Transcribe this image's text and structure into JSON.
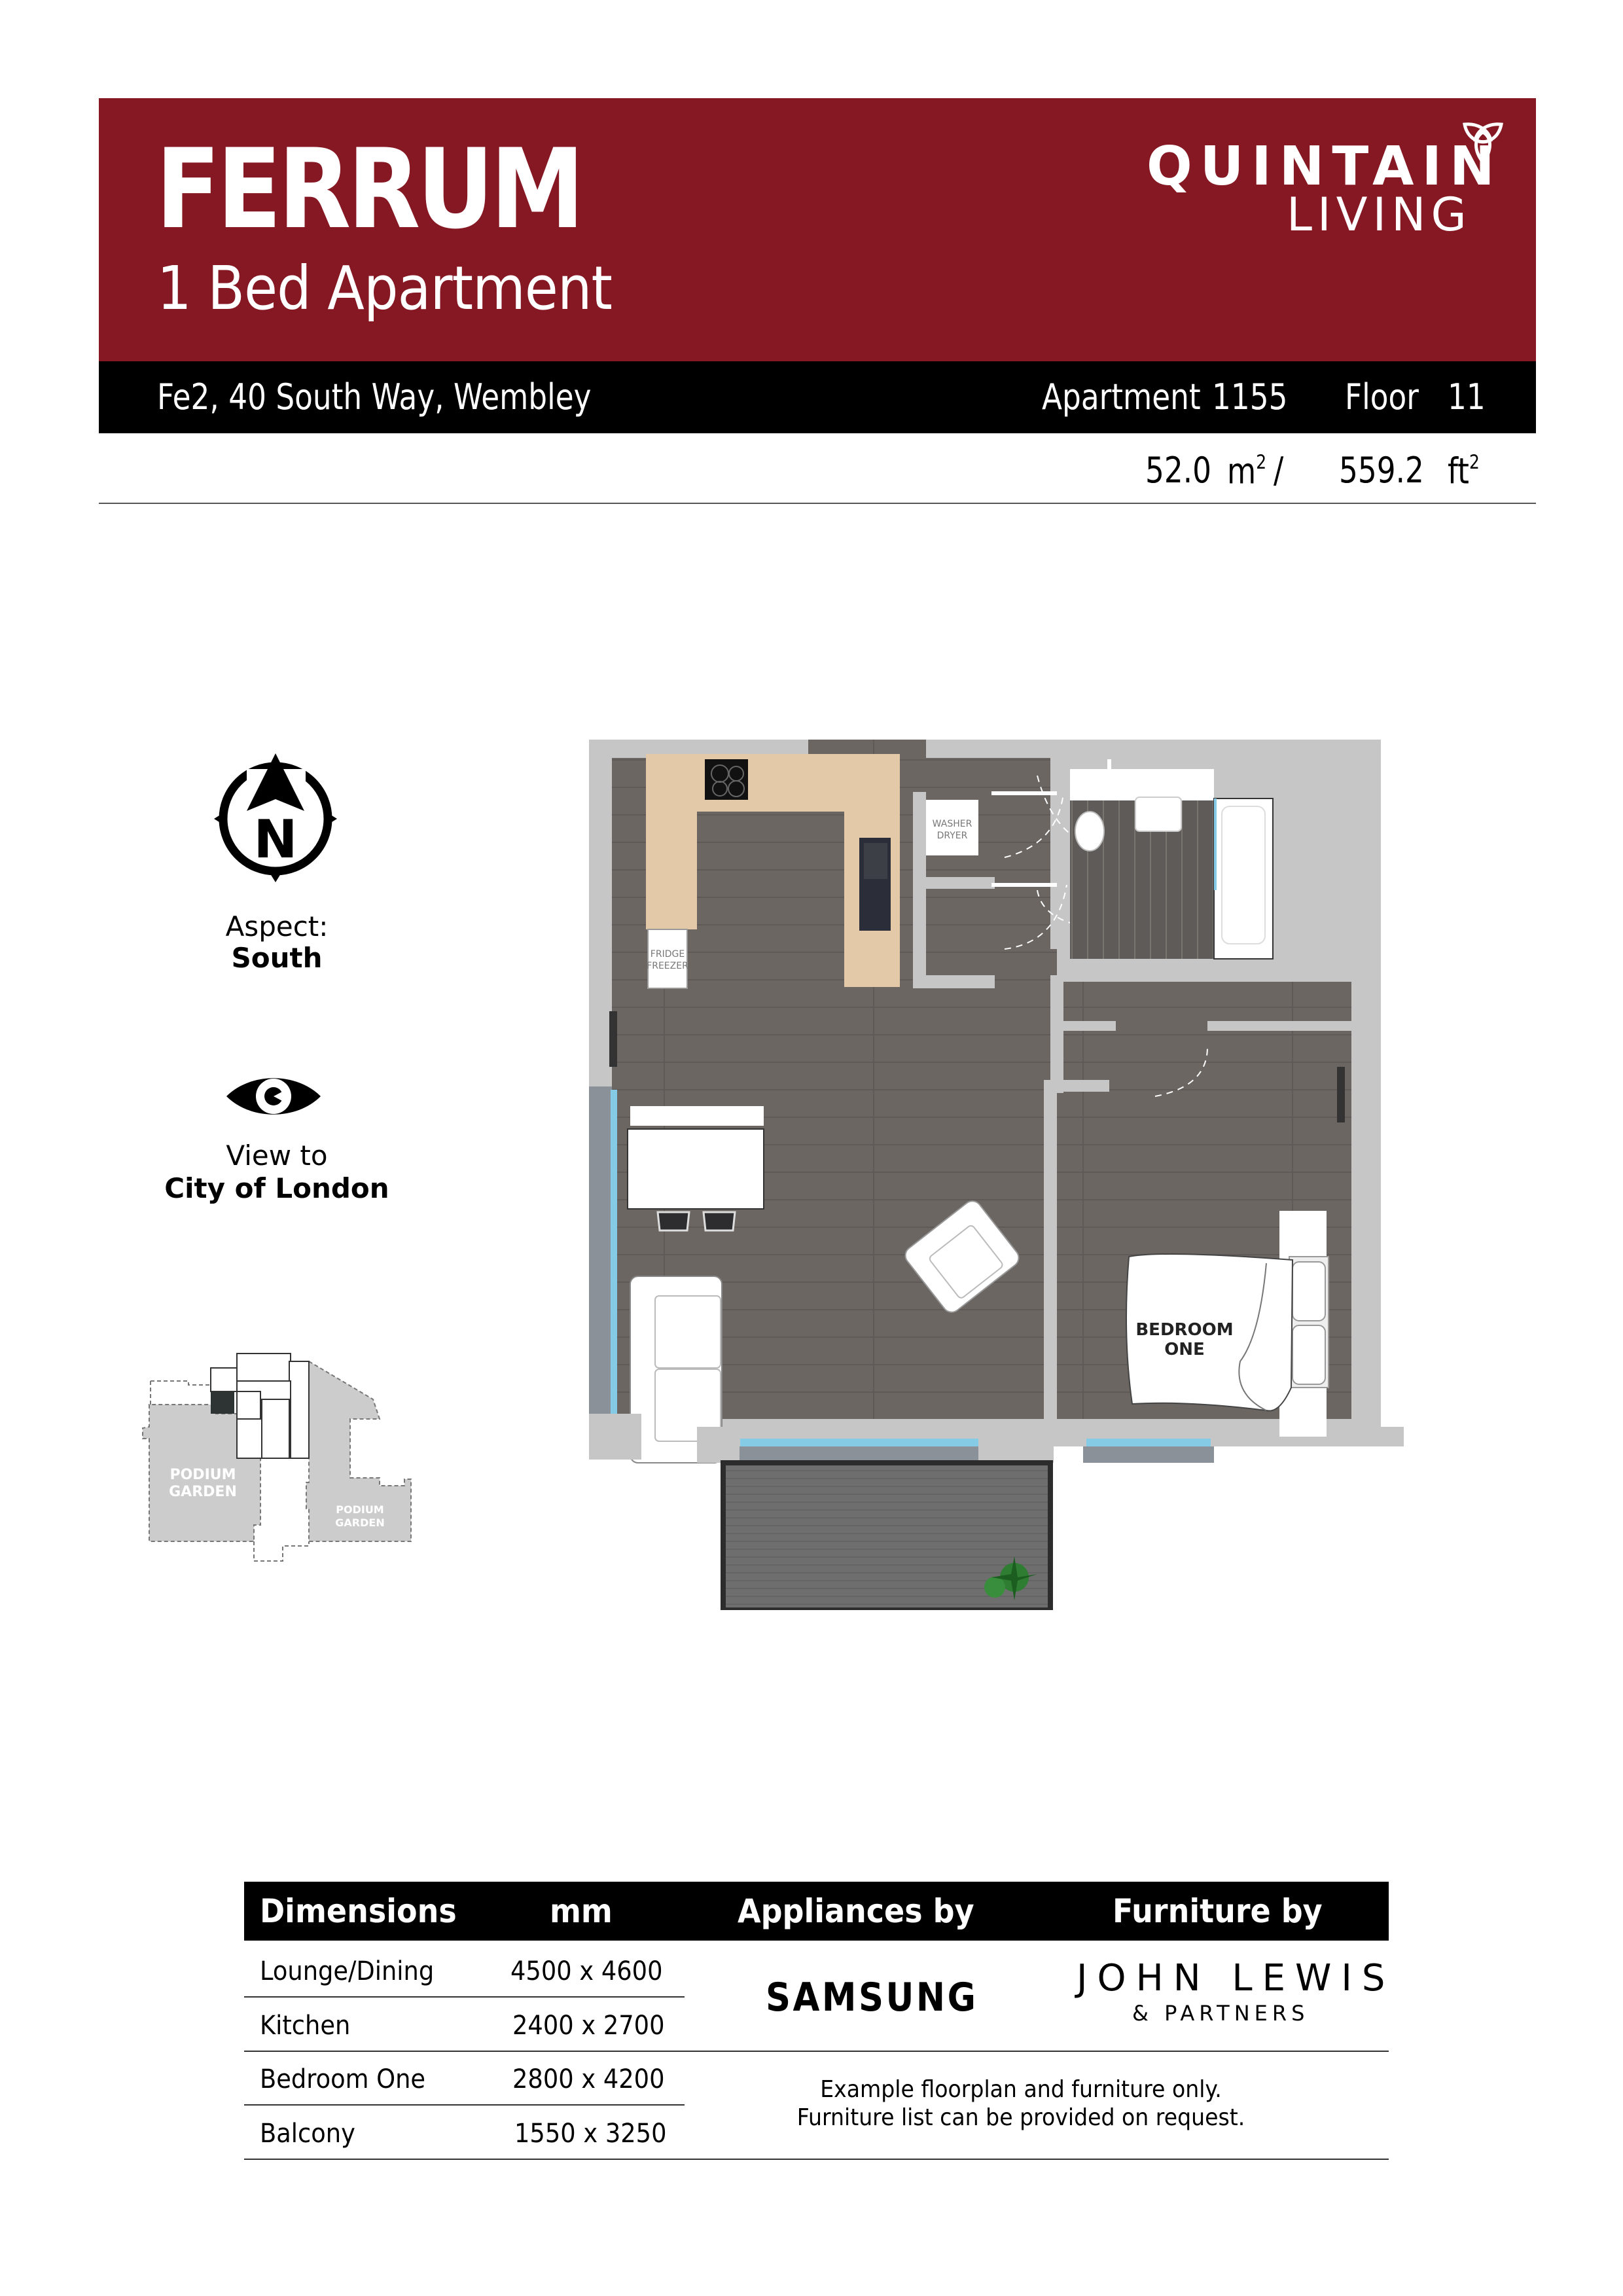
{
  "header": {
    "title": "FERRUM",
    "subtitle": "1 Bed Apartment",
    "brand_line1": "QUINTAIN",
    "brand_line2": "LIVING",
    "brand_color": "#861824"
  },
  "info_bar": {
    "address": "Fe2, 40 South Way, Wembley",
    "apartment_label": "Apartment",
    "apartment_number": "1155",
    "floor_label": "Floor",
    "floor_number": "11"
  },
  "area": {
    "sqm_value": "52.0",
    "sqm_unit": "m",
    "separator": "/",
    "sqft_value": "559.2",
    "sqft_unit": "ft",
    "superscript": "2"
  },
  "sidebar": {
    "aspect_label": "Aspect:",
    "aspect_value": "South",
    "compass_letter": "N",
    "view_label": "View to",
    "view_value": "City of London",
    "site_plan_labels": [
      "PODIUM",
      "GARDEN",
      "PODIUM",
      "GARDEN"
    ]
  },
  "floorplan": {
    "labels": {
      "washer_line1": "WASHER",
      "washer_line2": "DRYER",
      "fridge_line1": "FRIDGE",
      "fridge_line2": "FREEZER",
      "bedroom_line1": "BEDROOM",
      "bedroom_line2": "ONE"
    },
    "colors": {
      "wall": "#c6c6c6",
      "floor": "#6b6662",
      "counter": "#e3c9a8",
      "glass": "#86cbe6",
      "balcony": "#6e6e6e"
    }
  },
  "table": {
    "headers": {
      "dimensions": "Dimensions",
      "unit": "mm",
      "appliances": "Appliances by",
      "furniture": "Furniture by"
    },
    "rows": [
      {
        "room": "Lounge/Dining",
        "size": "4500 x 4600"
      },
      {
        "room": "Kitchen",
        "size": "2400 x 2700"
      },
      {
        "room": "Bedroom One",
        "size": "2800 x 4200"
      },
      {
        "room": "Balcony",
        "size": "1550 x 3250"
      }
    ],
    "appliance_brand": "SAMSUNG",
    "furniture_brand_line1": "JOHN LEWIS",
    "furniture_brand_line2": "& PARTNERS",
    "note_line1": "Example floorplan and furniture only.",
    "note_line2": "Furniture list can be provided on request."
  }
}
